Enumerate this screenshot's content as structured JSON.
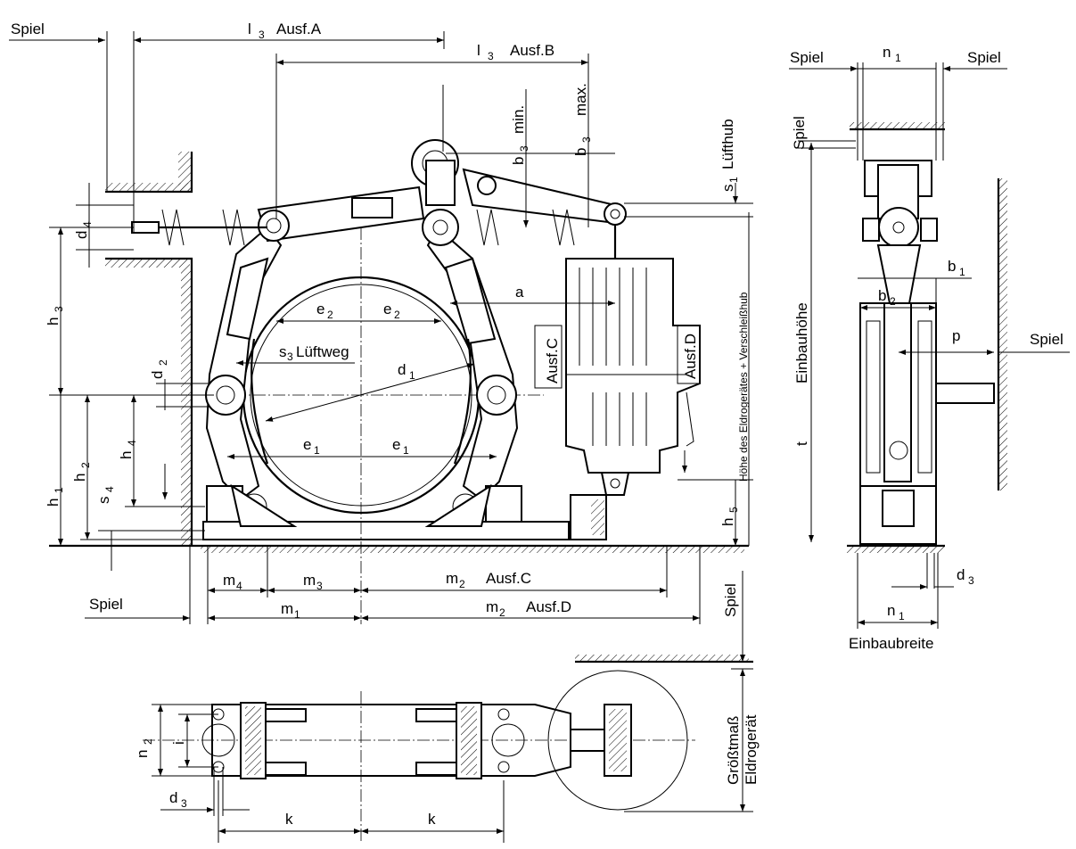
{
  "labels": {
    "spiel": "Spiel",
    "l3": "l",
    "l3_sub": "3",
    "ausf_a": "Ausf.A",
    "ausf_b": "Ausf.B",
    "b3": "b",
    "b3_sub": "3",
    "min": "min.",
    "max": "max.",
    "s1": "s",
    "s1_sub": "1",
    "lufthub": "Lüfthub",
    "d4": "d",
    "d4_sub": "4",
    "h3": "h",
    "h3_sub": "3",
    "e2": "e",
    "e2_sub": "2",
    "a": "a",
    "s3": "s",
    "s3_sub": "3",
    "luftweg": "Lüftweg",
    "d1": "d",
    "d1_sub": "1",
    "d2": "d",
    "d2_sub": "2",
    "ausf_c": "Ausf.C",
    "ausf_d": "Ausf.D",
    "hoehe_eldro": "Höhe des Eldrogerätes + Verschleißhub",
    "h1": "h",
    "h1_sub": "1",
    "h2": "h",
    "h2_sub": "2",
    "h4": "h",
    "h4_sub": "4",
    "s4": "s",
    "s4_sub": "4",
    "e1": "e",
    "e1_sub": "1",
    "h5": "h",
    "h5_sub": "5",
    "m4": "m",
    "m4_sub": "4",
    "m3": "m",
    "m3_sub": "3",
    "m2": "m",
    "m2_sub": "2",
    "m1": "m",
    "m1_sub": "1",
    "n1": "n",
    "n1_sub": "1",
    "b1": "b",
    "b1_sub": "1",
    "b2": "b",
    "b2_sub": "2",
    "p": "p",
    "einbauhoehe": "Einbauhöhe",
    "t": "t",
    "d3": "d",
    "d3_sub": "3",
    "einbaubreite": "Einbaubreite",
    "n2": "n",
    "n2_sub": "2",
    "i": "i",
    "k": "k",
    "groesstmass": "Größtmaß",
    "eldrogeraet": "Eldrogerät"
  }
}
